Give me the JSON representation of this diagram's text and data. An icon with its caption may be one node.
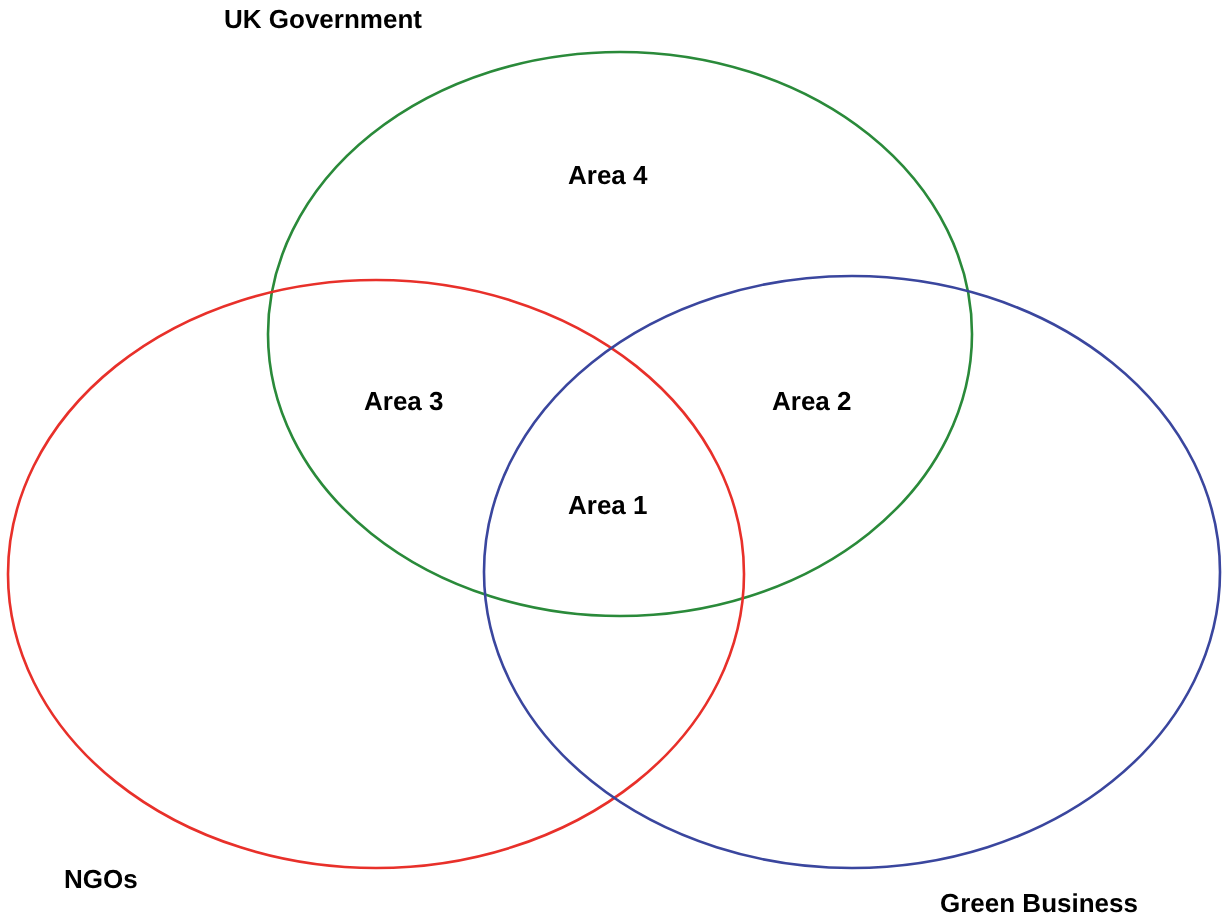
{
  "diagram": {
    "nodes": [
      {
        "text": [
          "UK Government"
        ]
      },
      {
        "text": [
          "NGOs"
        ]
      },
      {
        "text": [
          "Green Business"
        ]
      }
    ],
    "edges": [],
    "labels": [
      "Area 4",
      "Area 3",
      "Area 2",
      "Area 1"
    ]
  }
}
